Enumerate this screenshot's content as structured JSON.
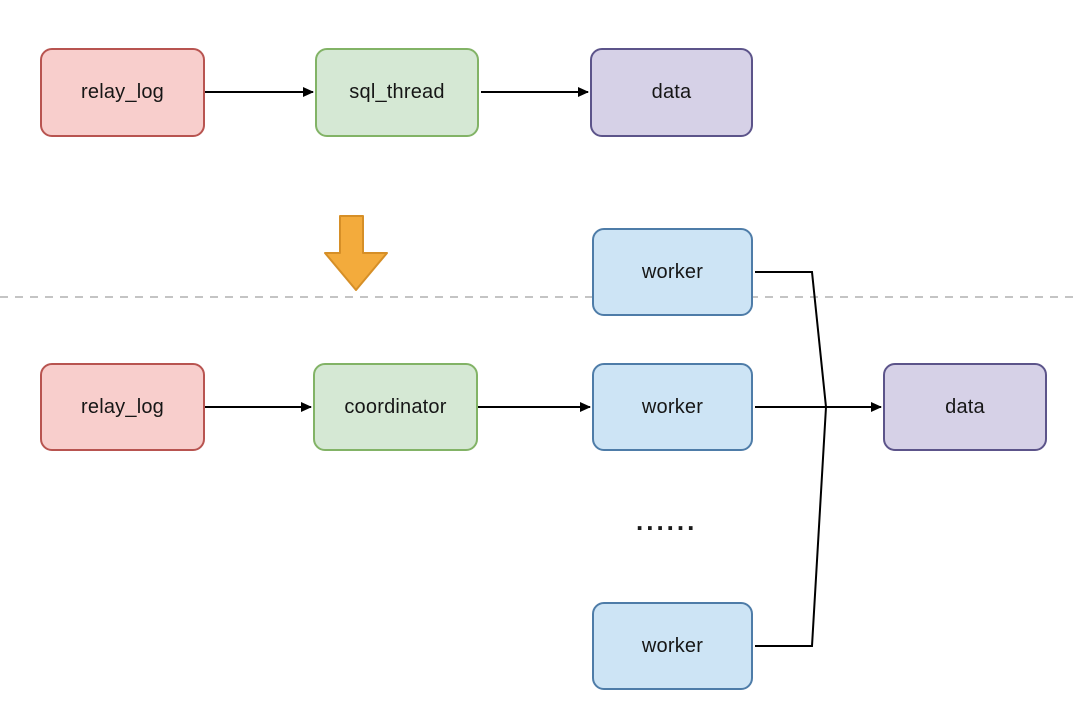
{
  "colors": {
    "node-red-fill": "#f8cecc",
    "node-red-border": "#b85450",
    "node-green-fill": "#d5e8d4",
    "node-green-border": "#82b366",
    "node-purple-fill": "#d6d1e7",
    "node-purple-border": "#5c548a",
    "node-blue-fill": "#cde4f5",
    "node-blue-border": "#4e7ca8",
    "arrow-color": "#000000",
    "divider-color": "#c4c4c4",
    "down-arrow-fill": "#f3ab3c",
    "down-arrow-border": "#d68f27"
  },
  "top_flow": {
    "relay_log": {
      "label": "relay_log"
    },
    "sql_thread": {
      "label": "sql_thread"
    },
    "data": {
      "label": "data"
    }
  },
  "bottom_flow": {
    "relay_log": {
      "label": "relay_log"
    },
    "coordinator": {
      "label": "coordinator"
    },
    "worker_top": {
      "label": "worker"
    },
    "worker_middle": {
      "label": "worker"
    },
    "worker_bottom": {
      "label": "worker"
    },
    "data": {
      "label": "data"
    },
    "ellipsis": "......"
  }
}
